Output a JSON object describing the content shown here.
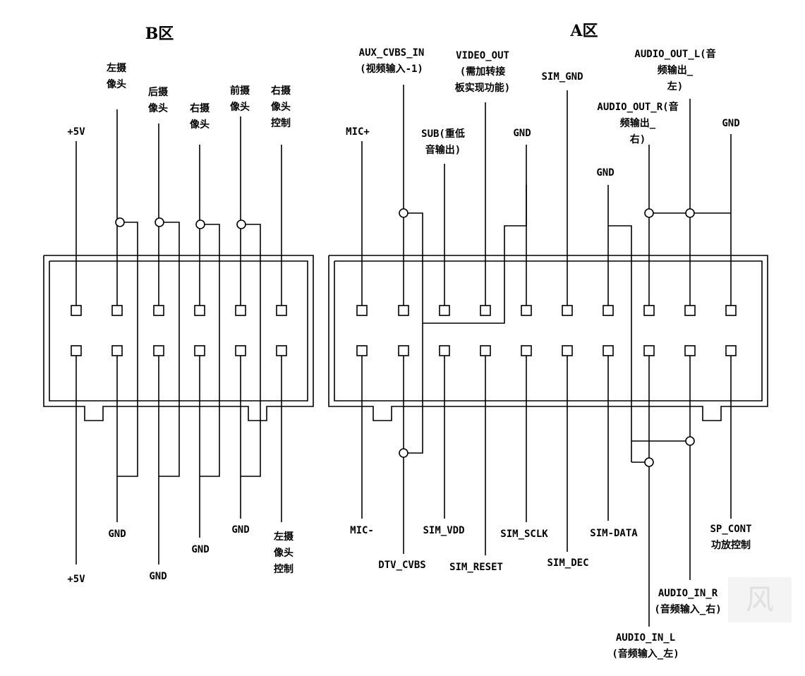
{
  "zones": {
    "b": "B区",
    "a": "A区"
  },
  "watermark": "风",
  "b_top_labels": [
    "+5V",
    "左摄\n像头",
    "后摄\n像头",
    "右摄\n像头",
    "前摄\n像头",
    "右摄\n像头\n控制"
  ],
  "b_bottom_labels": [
    "+5V",
    "GND",
    "GND",
    "GND",
    "GND",
    "左摄\n像头\n控制"
  ],
  "a_top_labels": [
    "MIC+",
    "AUX_CVBS_IN\n(视频输入-1)",
    "SUB(重低\n音输出)",
    "VIDEO_OUT\n(需加转接\n板实现功能)",
    "GND",
    "SIM_GND",
    "GND",
    "AUDIO_OUT_R(音\n频输出_\n右)",
    "AUDIO_OUT_L(音\n频输出_\n左)",
    "GND"
  ],
  "a_bottom_labels": [
    "MIC-",
    "DTV_CVBS",
    "SIM_VDD",
    "SIM_RESET",
    "SIM_SCLK",
    "SIM_DEC",
    "SIM-DATA",
    "AUDIO_IN_L\n(音频输入_左)",
    "AUDIO_IN_R\n(音频输入_右)",
    "SP_CONT\n功放控制"
  ]
}
